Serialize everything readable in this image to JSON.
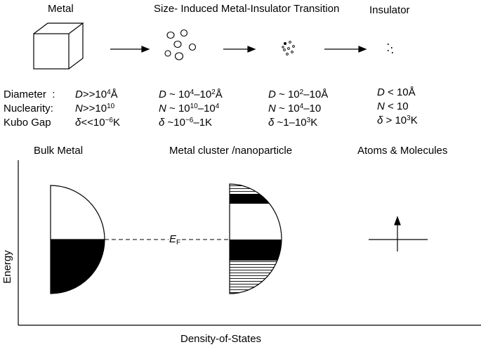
{
  "top": {
    "metal_label": "Metal",
    "transition_label": "Size- Induced Metal-Insulator Transition",
    "insulator_label": "Insulator"
  },
  "properties": {
    "row_labels": [
      "Diameter",
      "Nuclearity",
      "Kubo Gap"
    ],
    "row_label_separator": ":",
    "symbols": [
      "D",
      "N",
      "δ"
    ],
    "bulk": {
      "diameter": {
        "rel": ">>10",
        "exp": "4",
        "tail": "Å"
      },
      "nuclearity": {
        "rel": ">>10",
        "exp": "10",
        "tail": ""
      },
      "kubo_gap": {
        "rel": "<<10",
        "exp": "−6",
        "tail": "K"
      }
    },
    "cluster": {
      "diameter": {
        "p1": " ~ 10",
        "e1": "4",
        "p2": "–10",
        "e2": "2",
        "tail": "Å"
      },
      "nuclearity": {
        "p1": " ~ 10",
        "e1": "10",
        "p2": "–10",
        "e2": "4",
        "tail": ""
      },
      "kubo_gap": {
        "p1": " ~10",
        "e1": "−6",
        "p2": "–1K",
        "e2": "",
        "tail": ""
      }
    },
    "small_cluster": {
      "diameter": {
        "p1": " ~ 10",
        "e1": "2",
        "p2": "–10Å"
      },
      "nuclearity": {
        "p1": " ~ 10",
        "e1": "4",
        "p2": "–10"
      },
      "kubo_gap": {
        "p1": " ~1–10",
        "e1": "3",
        "p2": "K"
      }
    },
    "insulator": {
      "diameter": {
        "p1": " < 10Å",
        "e1": "",
        "p2": ""
      },
      "nuclearity": {
        "p1": " < 10",
        "e1": "",
        "p2": ""
      },
      "kubo_gap": {
        "p1": " > 10",
        "e1": "3",
        "p2": "K"
      }
    }
  },
  "sections": {
    "bulk": "Bulk Metal",
    "cluster": "Metal cluster /nanoparticle",
    "atoms": "Atoms & Molecules"
  },
  "axes": {
    "y_label": "Energy",
    "x_label": "Density-of-States",
    "fermi_symbol": "E",
    "fermi_sub": "F"
  }
}
